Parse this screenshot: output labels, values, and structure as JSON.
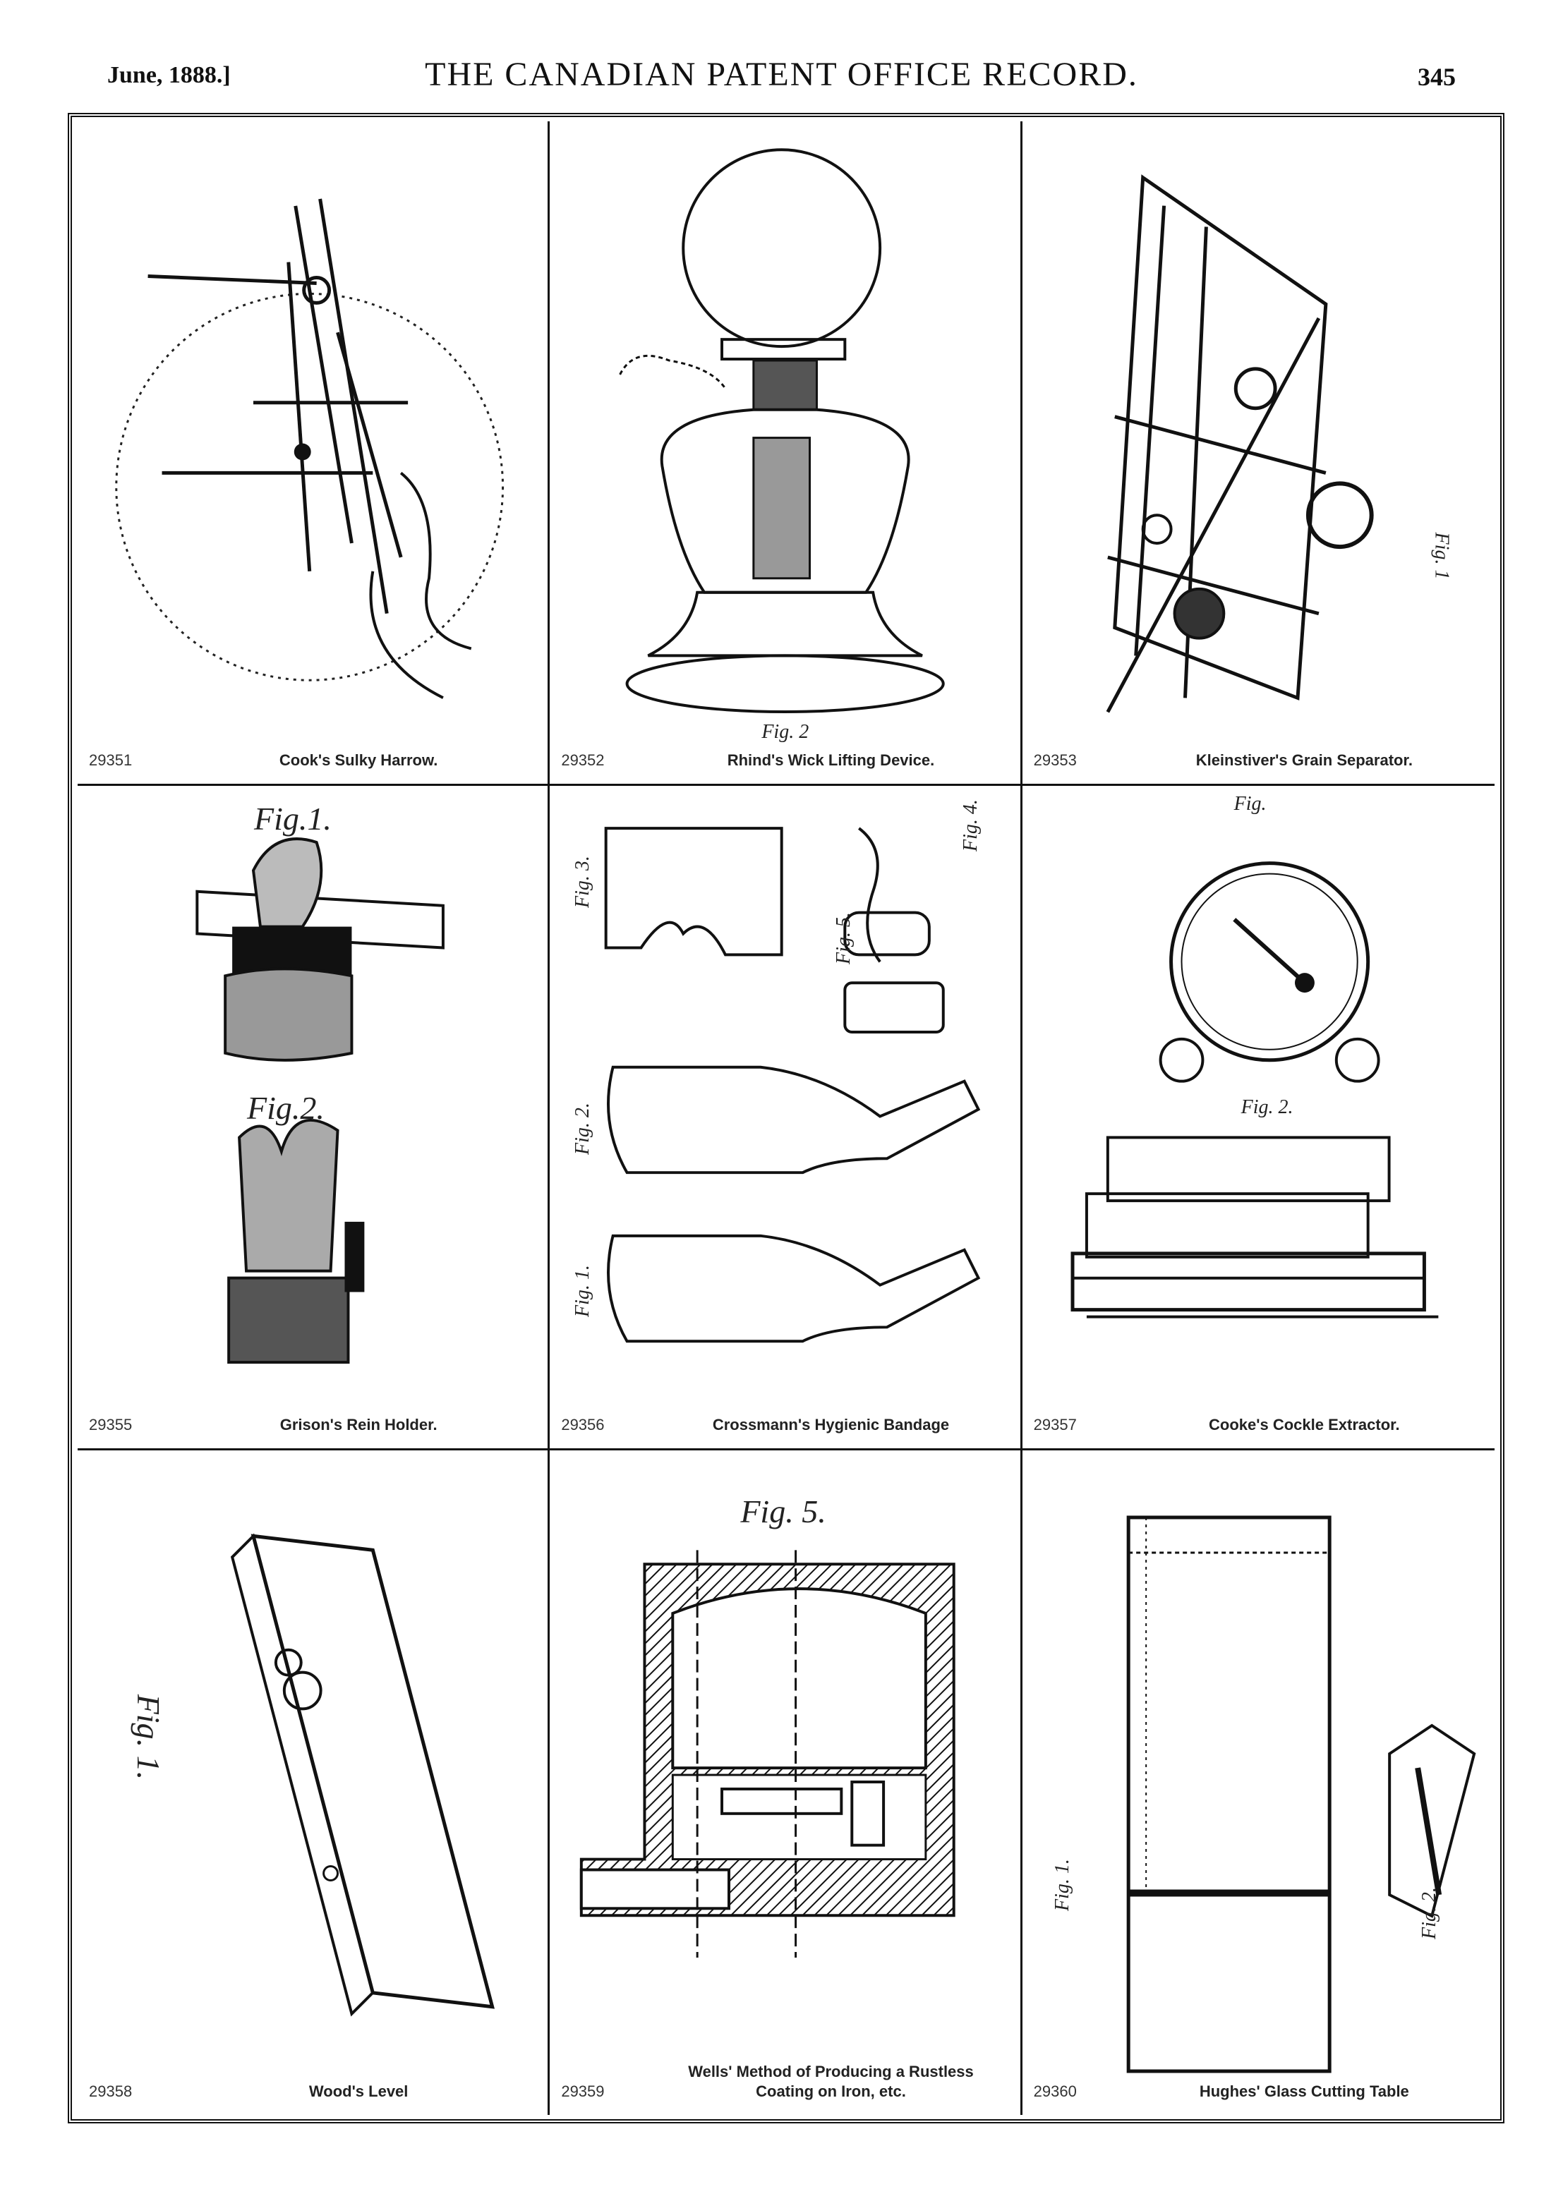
{
  "header": {
    "date": "June, 1888.]",
    "title": "THE CANADIAN PATENT OFFICE RECORD.",
    "page_number": "345"
  },
  "plates": [
    {
      "number": "29351",
      "title": "Cook's Sulky Harrow.",
      "fig_labels": []
    },
    {
      "number": "29352",
      "title": "Rhind's Wick Lifting Device.",
      "fig_labels": [
        "Fig. 2"
      ]
    },
    {
      "number": "29353",
      "title": "Kleinstiver's Grain Separator.",
      "fig_labels": [
        "Fig. 1"
      ]
    },
    {
      "number": "29355",
      "title": "Grison's Rein Holder.",
      "fig_labels": [
        "Fig.1.",
        "Fig.2."
      ]
    },
    {
      "number": "29356",
      "title": "Crossmann's Hygienic Bandage",
      "fig_labels": [
        "Fig. 3.",
        "Fig. 4.",
        "Fig. 5.",
        "Fig. 2.",
        "Fig. 1."
      ]
    },
    {
      "number": "29357",
      "title": "Cooke's Cockle Extractor.",
      "fig_labels": [
        "Fig.",
        "Fig. 2."
      ]
    },
    {
      "number": "29358",
      "title": "Wood's Level",
      "fig_labels": [
        "Fig. 1."
      ]
    },
    {
      "number": "29359",
      "title_line1": "Wells' Method of Producing a Rustless",
      "title_line2": "Coating on Iron, etc.",
      "fig_labels": [
        "Fig. 5."
      ]
    },
    {
      "number": "29360",
      "title": "Hughes' Glass Cutting Table",
      "fig_labels": [
        "Fig. 1.",
        "Fig. 2."
      ]
    }
  ]
}
